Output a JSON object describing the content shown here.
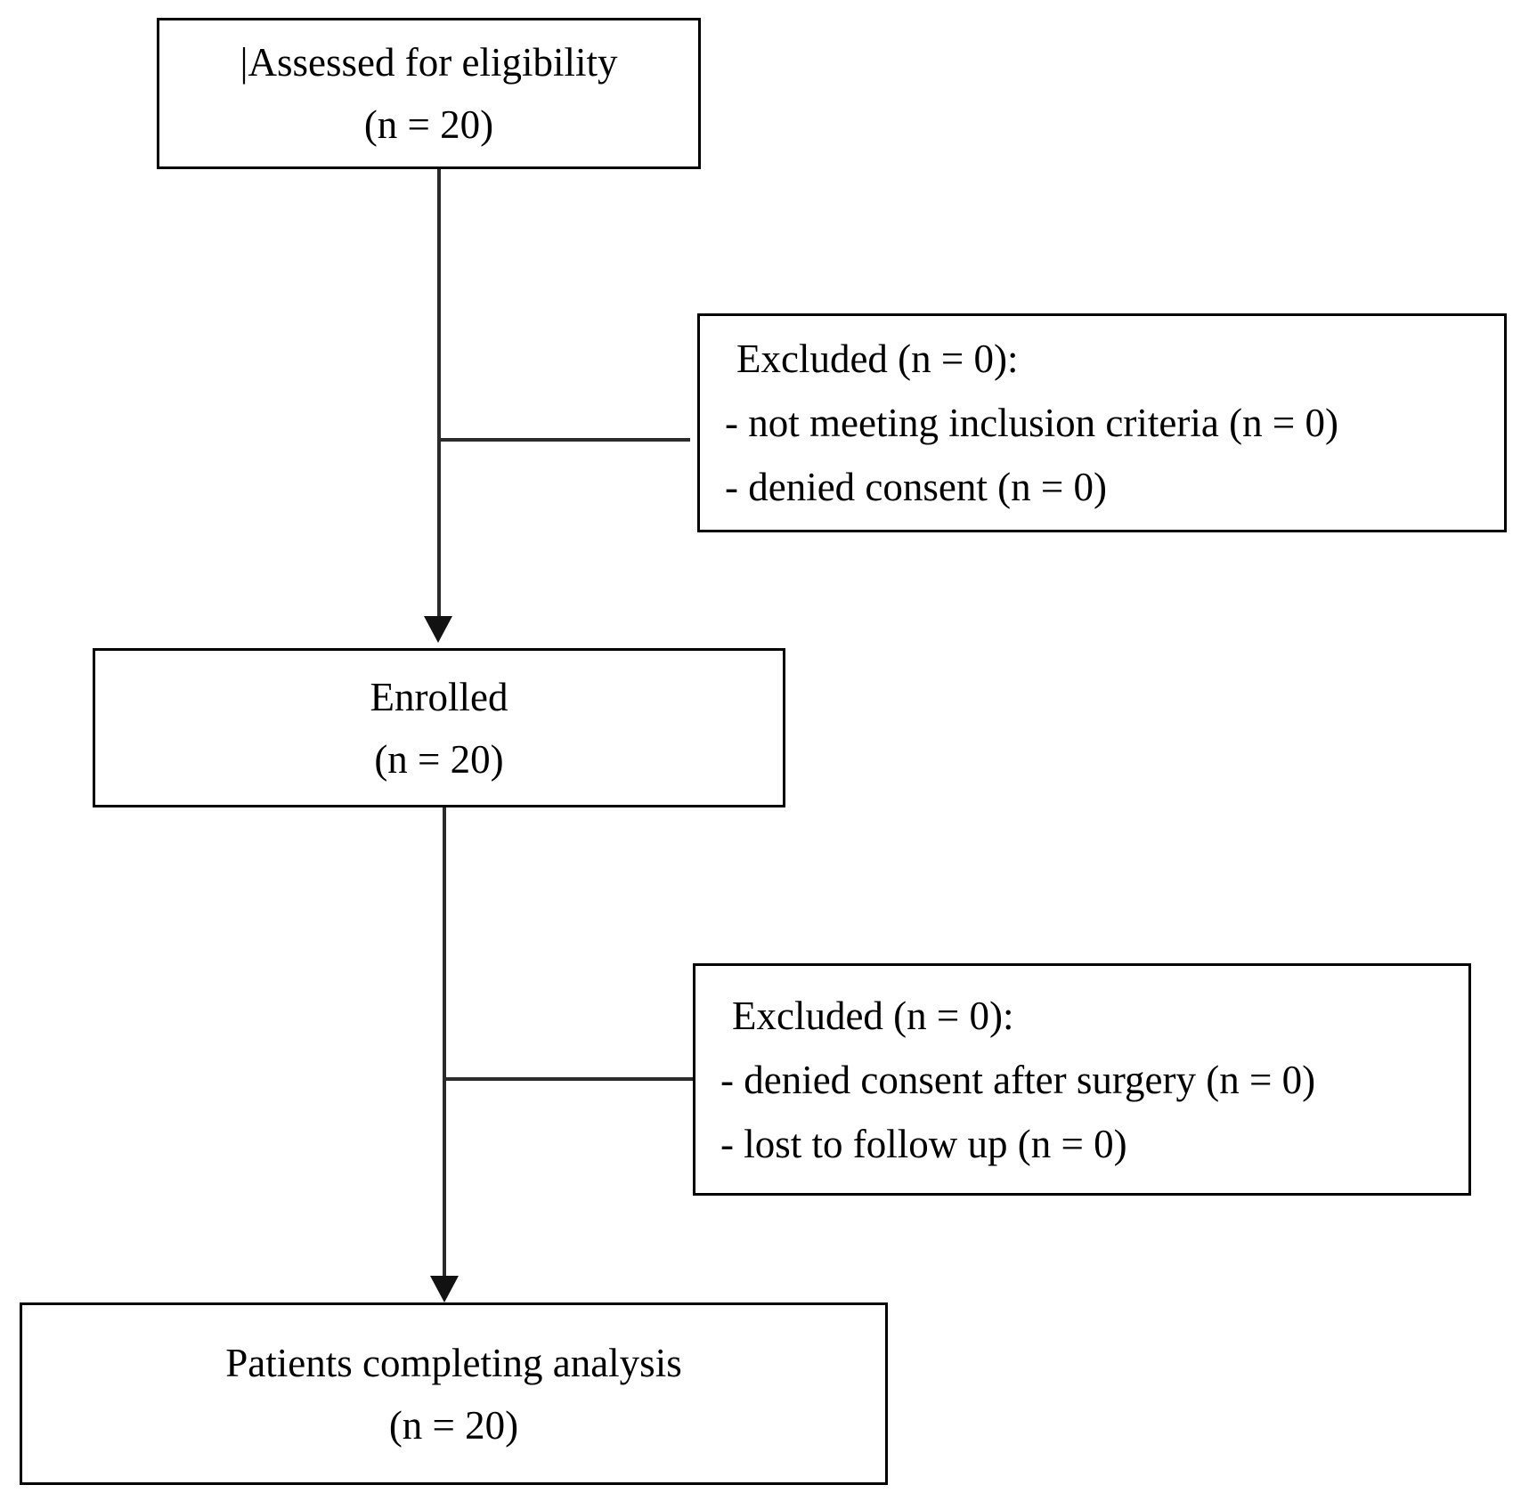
{
  "flowchart": {
    "colors": {
      "background": "#ffffff",
      "box_border": "#000000",
      "text": "#000000",
      "connector": "#2b2b2b"
    },
    "cursor_artifact": "|",
    "boxes": {
      "assessed": {
        "line1": "Assessed for eligibility",
        "line2": "(n = 20)"
      },
      "excluded_top": {
        "heading": "Excluded (n = 0):",
        "reasons": [
          "- not meeting inclusion criteria (n = 0)",
          "- denied consent (n = 0)"
        ]
      },
      "enrolled": {
        "line1": "Enrolled",
        "line2": "(n = 20)"
      },
      "excluded_bottom": {
        "heading": "Excluded (n = 0):",
        "reasons": [
          "- denied consent after surgery (n = 0)",
          "- lost to follow up (n = 0)"
        ]
      },
      "completed": {
        "line1": "Patients completing analysis",
        "line2": "(n = 20)"
      }
    }
  }
}
